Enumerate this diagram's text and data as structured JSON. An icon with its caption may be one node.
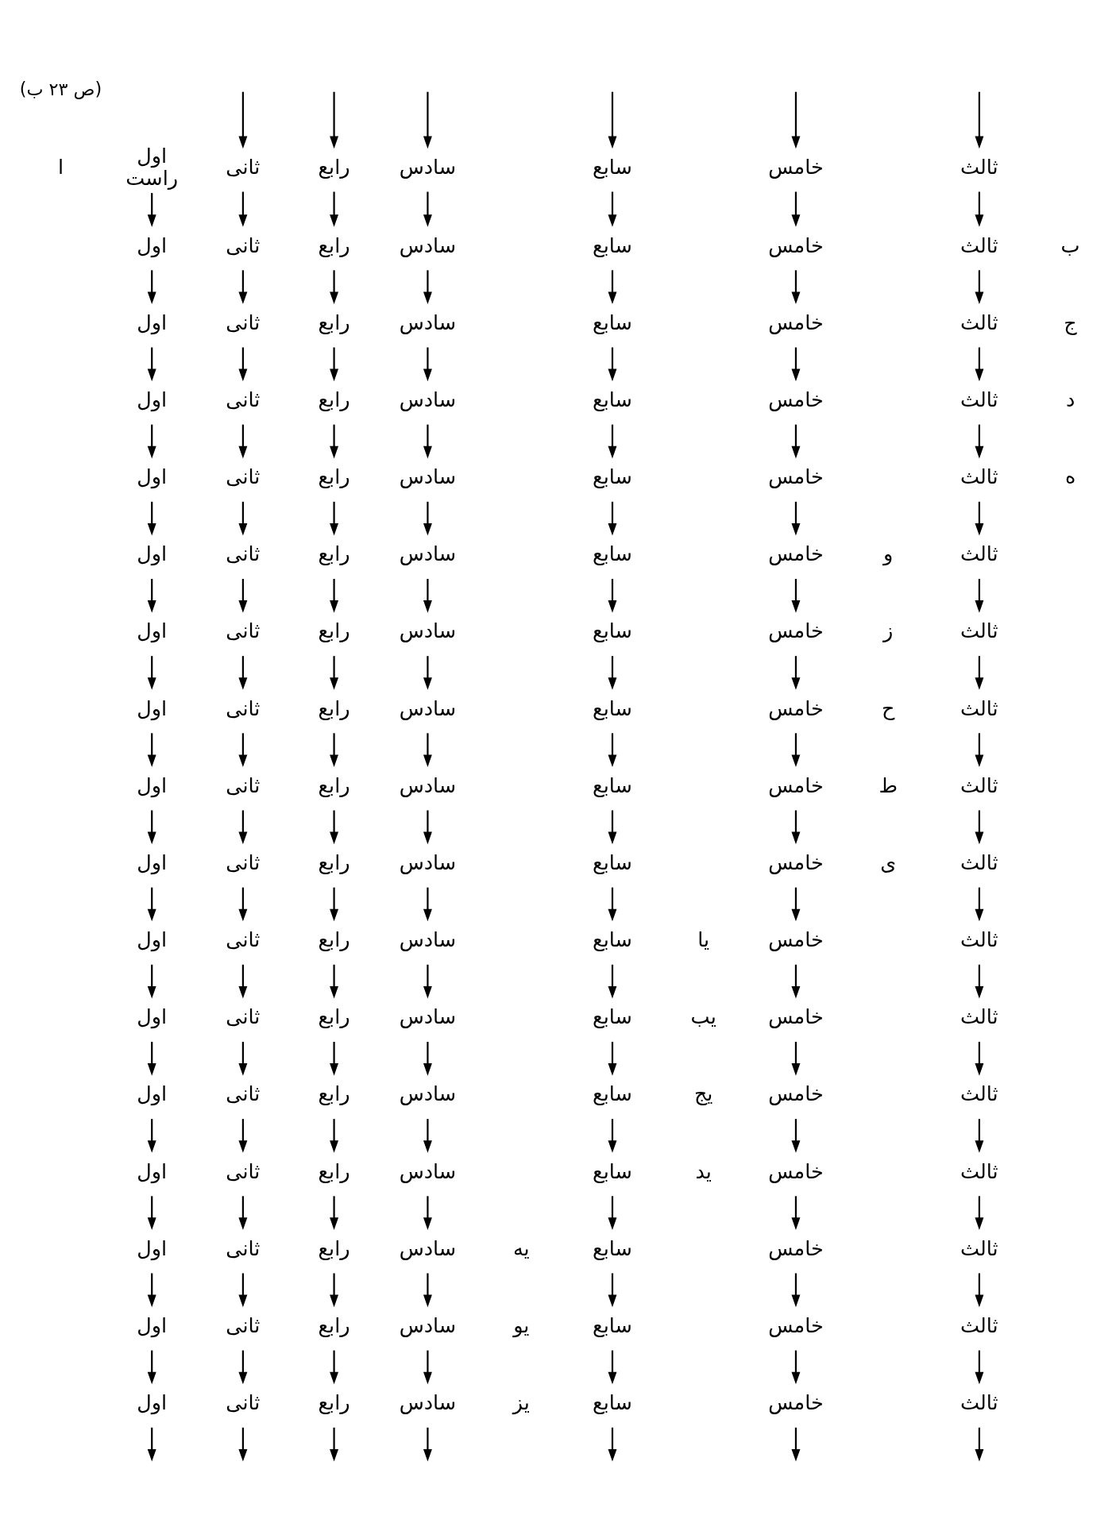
{
  "diagram": {
    "nodes": [
      {
        "text": [
          "اول",
          "راست"
        ]
      },
      {
        "text": [
          "سابع"
        ]
      },
      {
        "text": [
          "سادس"
        ]
      },
      {
        "text": [
          "خامس"
        ]
      },
      {
        "text": [
          "رابع"
        ]
      },
      {
        "text": [
          "ثالث"
        ]
      },
      {
        "text": [
          "ثانی"
        ]
      },
      {
        "text": [
          "اول"
        ]
      },
      {
        "text": [
          "سابع"
        ]
      },
      {
        "text": [
          "سادس"
        ]
      },
      {
        "text": [
          "خامس"
        ]
      },
      {
        "text": [
          "رابع"
        ]
      },
      {
        "text": [
          "ثالث"
        ]
      },
      {
        "text": [
          "ثانی"
        ]
      },
      {
        "text": [
          "اول"
        ]
      },
      {
        "text": [
          "سابع"
        ]
      },
      {
        "text": [
          "سادس"
        ]
      },
      {
        "text": [
          "خامس"
        ]
      },
      {
        "text": [
          "رابع"
        ]
      },
      {
        "text": [
          "ثالث"
        ]
      },
      {
        "text": [
          "ثانی"
        ]
      },
      {
        "text": [
          "ثانی"
        ]
      },
      {
        "text": [
          "اول"
        ]
      },
      {
        "text": [
          "سابع"
        ]
      },
      {
        "text": [
          "سادس"
        ]
      },
      {
        "text": [
          "خامس"
        ]
      },
      {
        "text": [
          "رابع"
        ]
      },
      {
        "text": [
          "ثالث"
        ]
      },
      {
        "text": [
          "ثانی"
        ]
      },
      {
        "text": [
          "اول"
        ]
      },
      {
        "text": [
          "سابع"
        ]
      },
      {
        "text": [
          "سادس"
        ]
      },
      {
        "text": [
          "خامس"
        ]
      },
      {
        "text": [
          "رابع"
        ]
      },
      {
        "text": [
          "ثالث"
        ]
      },
      {
        "text": [
          "ثالث"
        ]
      },
      {
        "text": [
          "ثانی"
        ]
      },
      {
        "text": [
          "اول"
        ]
      },
      {
        "text": [
          "سابع"
        ]
      },
      {
        "text": [
          "سادس"
        ]
      },
      {
        "text": [
          "خامس"
        ]
      },
      {
        "text": [
          "رابع"
        ]
      },
      {
        "text": [
          "ثالث"
        ]
      },
      {
        "text": [
          "ثانی"
        ]
      },
      {
        "text": [
          "اول"
        ]
      },
      {
        "text": [
          "سابع"
        ]
      },
      {
        "text": [
          "سادس"
        ]
      },
      {
        "text": [
          "خامس"
        ]
      },
      {
        "text": [
          "رابع"
        ]
      },
      {
        "text": [
          "رابع"
        ]
      },
      {
        "text": [
          "ثالث"
        ]
      },
      {
        "text": [
          "ثانی"
        ]
      },
      {
        "text": [
          "اول"
        ]
      },
      {
        "text": [
          "سابع"
        ]
      },
      {
        "text": [
          "سادس"
        ]
      },
      {
        "text": [
          "خامس"
        ]
      },
      {
        "text": [
          "رابع"
        ]
      },
      {
        "text": [
          "ثالث"
        ]
      },
      {
        "text": [
          "ثانی"
        ]
      },
      {
        "text": [
          "اول"
        ]
      },
      {
        "text": [
          "سابع"
        ]
      },
      {
        "text": [
          "سادس"
        ]
      },
      {
        "text": [
          "خامس"
        ]
      },
      {
        "text": [
          "رابع"
        ]
      },
      {
        "text": [
          "ثالث"
        ]
      },
      {
        "text": [
          "ثانی"
        ]
      },
      {
        "text": [
          "اول"
        ]
      },
      {
        "text": [
          "سابع"
        ]
      },
      {
        "text": [
          "سادس"
        ]
      },
      {
        "text": [
          "خامس"
        ]
      },
      {
        "text": [
          "خامس"
        ]
      },
      {
        "text": [
          "رابع"
        ]
      },
      {
        "text": [
          "ثالث"
        ]
      },
      {
        "text": [
          "ثانی"
        ]
      },
      {
        "text": [
          "اول"
        ]
      },
      {
        "text": [
          "سابع"
        ]
      },
      {
        "text": [
          "سادس"
        ]
      },
      {
        "text": [
          "خامس"
        ]
      },
      {
        "text": [
          "رابع"
        ]
      },
      {
        "text": [
          "ثالث"
        ]
      },
      {
        "text": [
          "ثانی"
        ]
      },
      {
        "text": [
          "اول"
        ]
      },
      {
        "text": [
          "سابع"
        ]
      },
      {
        "text": [
          "سادس"
        ]
      },
      {
        "text": [
          "سادس"
        ]
      },
      {
        "text": [
          "خامس"
        ]
      },
      {
        "text": [
          "رابع"
        ]
      },
      {
        "text": [
          "ثالث"
        ]
      },
      {
        "text": [
          "ثانی"
        ]
      },
      {
        "text": [
          "اول"
        ]
      },
      {
        "text": [
          "سابع"
        ]
      },
      {
        "text": [
          "سادس"
        ]
      },
      {
        "text": [
          "خامس"
        ]
      },
      {
        "text": [
          "رابع"
        ]
      },
      {
        "text": [
          "ثالث"
        ]
      },
      {
        "text": [
          "ثانی"
        ]
      },
      {
        "text": [
          "اول"
        ]
      },
      {
        "text": [
          "سابع"
        ]
      },
      {
        "text": [
          "سابع"
        ]
      },
      {
        "text": [
          "سادس"
        ]
      },
      {
        "text": [
          "خامس"
        ]
      },
      {
        "text": [
          "رابع"
        ]
      },
      {
        "text": [
          "ثالث"
        ]
      },
      {
        "text": [
          "ثانی"
        ]
      },
      {
        "text": [
          "اول"
        ]
      },
      {
        "text": [
          "سابع"
        ]
      },
      {
        "text": [
          "سادس"
        ]
      },
      {
        "text": [
          "خامس"
        ]
      },
      {
        "text": [
          "رابع"
        ]
      },
      {
        "text": [
          "ثالث"
        ]
      },
      {
        "text": [
          "ثانی"
        ]
      },
      {
        "text": [
          "اول"
        ]
      },
      {
        "text": [
          "سابع"
        ]
      },
      {
        "text": [
          "سادس"
        ]
      },
      {
        "text": [
          "خامس"
        ]
      },
      {
        "text": [
          "رابع"
        ]
      },
      {
        "text": [
          "ثالث"
        ]
      },
      {
        "text": [
          "ثانی"
        ]
      },
      {
        "text": [
          "اول"
        ]
      }
    ],
    "edges": [
      {
        "from": null,
        "to": 1,
        "arrow": "to"
      },
      {
        "from": null,
        "to": 2,
        "arrow": "to"
      },
      {
        "from": null,
        "to": 3,
        "arrow": "to"
      },
      {
        "from": null,
        "to": 4,
        "arrow": "to"
      },
      {
        "from": null,
        "to": 5,
        "arrow": "to"
      },
      {
        "from": null,
        "to": 6,
        "arrow": "to"
      },
      {
        "from": 0,
        "to": 7,
        "arrow": "to"
      },
      {
        "from": 1,
        "to": 8,
        "arrow": "to"
      },
      {
        "from": 2,
        "to": 9,
        "arrow": "to"
      },
      {
        "from": 3,
        "to": 10,
        "arrow": "to"
      },
      {
        "from": 4,
        "to": 11,
        "arrow": "to"
      },
      {
        "from": 5,
        "to": 12,
        "arrow": "to"
      },
      {
        "from": 6,
        "to": 13,
        "arrow": "to"
      },
      {
        "from": 7,
        "to": 14,
        "arrow": "to"
      },
      {
        "from": 8,
        "to": 15,
        "arrow": "to"
      },
      {
        "from": 9,
        "to": 16,
        "arrow": "to"
      },
      {
        "from": 10,
        "to": 17,
        "arrow": "to"
      },
      {
        "from": 11,
        "to": 18,
        "arrow": "to"
      },
      {
        "from": 12,
        "to": 19,
        "arrow": "to"
      },
      {
        "from": 13,
        "to": 20,
        "arrow": "to"
      },
      {
        "from": 14,
        "to": 22,
        "arrow": "to"
      },
      {
        "from": 15,
        "to": 23,
        "arrow": "to"
      },
      {
        "from": 16,
        "to": 24,
        "arrow": "to"
      },
      {
        "from": 17,
        "to": 25,
        "arrow": "to"
      },
      {
        "from": 18,
        "to": 26,
        "arrow": "to"
      },
      {
        "from": 19,
        "to": 27,
        "arrow": "to"
      },
      {
        "from": 20,
        "to": 21,
        "arrow": "to"
      },
      {
        "from": 21,
        "to": 28,
        "arrow": "to"
      },
      {
        "from": 22,
        "to": 29,
        "arrow": "to"
      },
      {
        "from": 23,
        "to": 30,
        "arrow": "to"
      },
      {
        "from": 24,
        "to": 31,
        "arrow": "to"
      },
      {
        "from": 25,
        "to": 32,
        "arrow": "to"
      },
      {
        "from": 26,
        "to": 33,
        "arrow": "to"
      },
      {
        "from": 27,
        "to": 34,
        "arrow": "to"
      },
      {
        "from": 28,
        "to": 36,
        "arrow": "to"
      },
      {
        "from": 29,
        "to": 37,
        "arrow": "to"
      },
      {
        "from": 30,
        "to": 38,
        "arrow": "to"
      },
      {
        "from": 31,
        "to": 39,
        "arrow": "to"
      },
      {
        "from": 32,
        "to": 40,
        "arrow": "to"
      },
      {
        "from": 33,
        "to": 41,
        "arrow": "to"
      },
      {
        "from": 34,
        "to": 35,
        "arrow": "to"
      },
      {
        "from": 35,
        "to": 42,
        "arrow": "to"
      },
      {
        "from": 36,
        "to": 43,
        "arrow": "to"
      },
      {
        "from": 37,
        "to": 44,
        "arrow": "to"
      },
      {
        "from": 38,
        "to": 45,
        "arrow": "to"
      },
      {
        "from": 39,
        "to": 46,
        "arrow": "to"
      },
      {
        "from": 40,
        "to": 47,
        "arrow": "to"
      },
      {
        "from": 41,
        "to": 48,
        "arrow": "to"
      },
      {
        "from": 42,
        "to": 50,
        "arrow": "to"
      },
      {
        "from": 43,
        "to": 51,
        "arrow": "to"
      },
      {
        "from": 44,
        "to": 52,
        "arrow": "to"
      },
      {
        "from": 45,
        "to": 53,
        "arrow": "to"
      },
      {
        "from": 46,
        "to": 54,
        "arrow": "to"
      },
      {
        "from": 47,
        "to": 55,
        "arrow": "to"
      },
      {
        "from": 48,
        "to": 49,
        "arrow": "to"
      },
      {
        "from": 49,
        "to": 56,
        "arrow": "to"
      },
      {
        "from": 50,
        "to": 57,
        "arrow": "to"
      },
      {
        "from": 51,
        "to": 58,
        "arrow": "to"
      },
      {
        "from": 52,
        "to": 59,
        "arrow": "to"
      },
      {
        "from": 53,
        "to": 60,
        "arrow": "to"
      },
      {
        "from": 54,
        "to": 61,
        "arrow": "to"
      },
      {
        "from": 55,
        "to": 62,
        "arrow": "to"
      },
      {
        "from": 56,
        "to": 63,
        "arrow": "to"
      },
      {
        "from": 57,
        "to": 64,
        "arrow": "to"
      },
      {
        "from": 58,
        "to": 65,
        "arrow": "to"
      },
      {
        "from": 59,
        "to": 66,
        "arrow": "to"
      },
      {
        "from": 60,
        "to": 67,
        "arrow": "to"
      },
      {
        "from": 61,
        "to": 68,
        "arrow": "to"
      },
      {
        "from": 62,
        "to": 69,
        "arrow": "to"
      },
      {
        "from": 63,
        "to": 71,
        "arrow": "to"
      },
      {
        "from": 64,
        "to": 72,
        "arrow": "to"
      },
      {
        "from": 65,
        "to": 73,
        "arrow": "to"
      },
      {
        "from": 66,
        "to": 74,
        "arrow": "to"
      },
      {
        "from": 67,
        "to": 75,
        "arrow": "to"
      },
      {
        "from": 68,
        "to": 76,
        "arrow": "to"
      },
      {
        "from": 69,
        "to": 70,
        "arrow": "to"
      },
      {
        "from": 70,
        "to": 77,
        "arrow": "to"
      },
      {
        "from": 71,
        "to": 78,
        "arrow": "to"
      },
      {
        "from": 72,
        "to": 79,
        "arrow": "to"
      },
      {
        "from": 73,
        "to": 80,
        "arrow": "to"
      },
      {
        "from": 74,
        "to": 81,
        "arrow": "to"
      },
      {
        "from": 75,
        "to": 82,
        "arrow": "to"
      },
      {
        "from": 76,
        "to": 83,
        "arrow": "to"
      },
      {
        "from": 77,
        "to": 85,
        "arrow": "to"
      },
      {
        "from": 78,
        "to": 86,
        "arrow": "to"
      },
      {
        "from": 79,
        "to": 87,
        "arrow": "to"
      },
      {
        "from": 80,
        "to": 88,
        "arrow": "to"
      },
      {
        "from": 81,
        "to": 89,
        "arrow": "to"
      },
      {
        "from": 82,
        "to": 90,
        "arrow": "to"
      },
      {
        "from": 83,
        "to": 84,
        "arrow": "to"
      },
      {
        "from": 84,
        "to": 91,
        "arrow": "to"
      },
      {
        "from": 85,
        "to": 92,
        "arrow": "to"
      },
      {
        "from": 86,
        "to": 93,
        "arrow": "to"
      },
      {
        "from": 87,
        "to": 94,
        "arrow": "to"
      },
      {
        "from": 88,
        "to": 95,
        "arrow": "to"
      },
      {
        "from": 89,
        "to": 96,
        "arrow": "to"
      },
      {
        "from": 90,
        "to": 97,
        "arrow": "to"
      },
      {
        "from": 91,
        "to": 99,
        "arrow": "to"
      },
      {
        "from": 92,
        "to": 100,
        "arrow": "to"
      },
      {
        "from": 93,
        "to": 101,
        "arrow": "to"
      },
      {
        "from": 94,
        "to": 102,
        "arrow": "to"
      },
      {
        "from": 95,
        "to": 103,
        "arrow": "to"
      },
      {
        "from": 96,
        "to": 104,
        "arrow": "to"
      },
      {
        "from": 97,
        "to": 98,
        "arrow": "to"
      },
      {
        "from": 98,
        "to": 105,
        "arrow": "to"
      },
      {
        "from": 99,
        "to": 106,
        "arrow": "to"
      },
      {
        "from": 100,
        "to": 107,
        "arrow": "to"
      },
      {
        "from": 101,
        "to": 108,
        "arrow": "to"
      },
      {
        "from": 102,
        "to": 109,
        "arrow": "to"
      },
      {
        "from": 103,
        "to": 110,
        "arrow": "to"
      },
      {
        "from": 104,
        "to": 111,
        "arrow": "to"
      },
      {
        "from": 105,
        "to": 112,
        "arrow": "to"
      },
      {
        "from": 106,
        "to": 113,
        "arrow": "to"
      },
      {
        "from": 107,
        "to": 114,
        "arrow": "to"
      },
      {
        "from": 108,
        "to": 115,
        "arrow": "to"
      },
      {
        "from": 109,
        "to": 116,
        "arrow": "to"
      },
      {
        "from": 110,
        "to": 117,
        "arrow": "to"
      },
      {
        "from": 111,
        "to": 118,
        "arrow": "to"
      },
      {
        "from": 112,
        "to": null,
        "arrow": "to"
      },
      {
        "from": 113,
        "to": null,
        "arrow": "to"
      },
      {
        "from": 114,
        "to": null,
        "arrow": "to"
      },
      {
        "from": 115,
        "to": null,
        "arrow": "to"
      },
      {
        "from": 116,
        "to": null,
        "arrow": "to"
      },
      {
        "from": 117,
        "to": null,
        "arrow": "to"
      },
      {
        "from": 118,
        "to": null,
        "arrow": "to"
      }
    ],
    "labels": [
      "(ص ۲۳ ب)",
      "ا",
      "ب",
      "ج",
      "د",
      "ه",
      "و",
      "ز",
      "ح",
      "ط",
      "ی",
      "یا",
      "یب",
      "یج",
      "ید",
      "یه",
      "یو",
      "یز"
    ]
  }
}
